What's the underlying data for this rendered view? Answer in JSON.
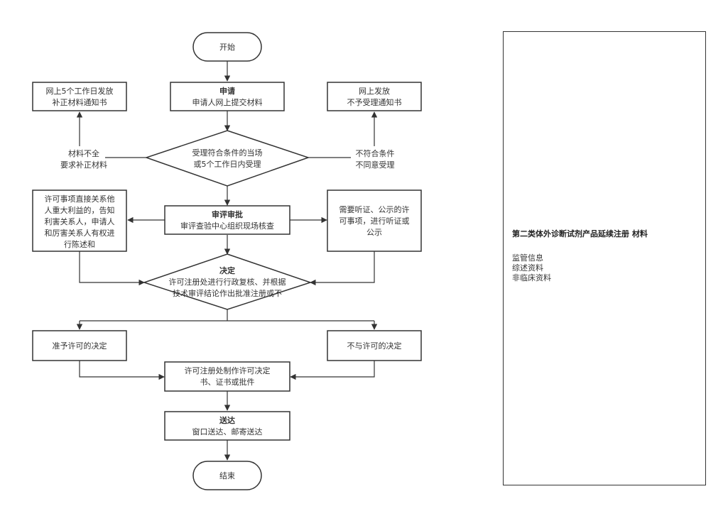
{
  "flowchart": {
    "start": "开始",
    "apply": {
      "title": "申请",
      "text": "申请人网上提交材料"
    },
    "supplement_notice": {
      "lines": [
        "网上5个工作日发放",
        "补正材料通知书"
      ]
    },
    "reject_notice": {
      "lines": [
        "网上发放",
        "不予受理通知书"
      ]
    },
    "accept_decision": {
      "lines": [
        "受理符合条件的当场",
        "或5个工作日内受理"
      ]
    },
    "label_incomplete": {
      "lines": [
        "材料不全",
        "要求补正材料"
      ]
    },
    "label_nonconforming": {
      "lines": [
        "不符合条件",
        "不同意受理"
      ]
    },
    "stakeholder_note": {
      "lines": [
        "许可事项直接关系他",
        "人重大利益的，告知",
        "利害关系人，申请人",
        "和厉害关系人有权进",
        "行陈述和"
      ]
    },
    "review": {
      "title": "审评审批",
      "text": "审评查验中心组织现场核查"
    },
    "hearing_note": {
      "lines": [
        "需要听证、公示的许",
        "可事项，进行听证或",
        "公示"
      ]
    },
    "decision": {
      "title": "决定",
      "lines": [
        "许可注册处进行行政复核、并根据",
        "技术审评结论作出批准注册或不"
      ]
    },
    "approve": "准予许可的决定",
    "deny": "不与许可的决定",
    "issue": {
      "lines": [
        "许可注册处制作许可决定",
        "书、证书或批件"
      ]
    },
    "deliver": {
      "title": "送达",
      "text": "窗口送达、邮寄送达"
    },
    "end": "结束"
  },
  "side_panel": {
    "title": "第二类体外诊断试剂产品延续注册  材料",
    "items": [
      "监管信息",
      "综述资料",
      "非临床资料"
    ]
  }
}
